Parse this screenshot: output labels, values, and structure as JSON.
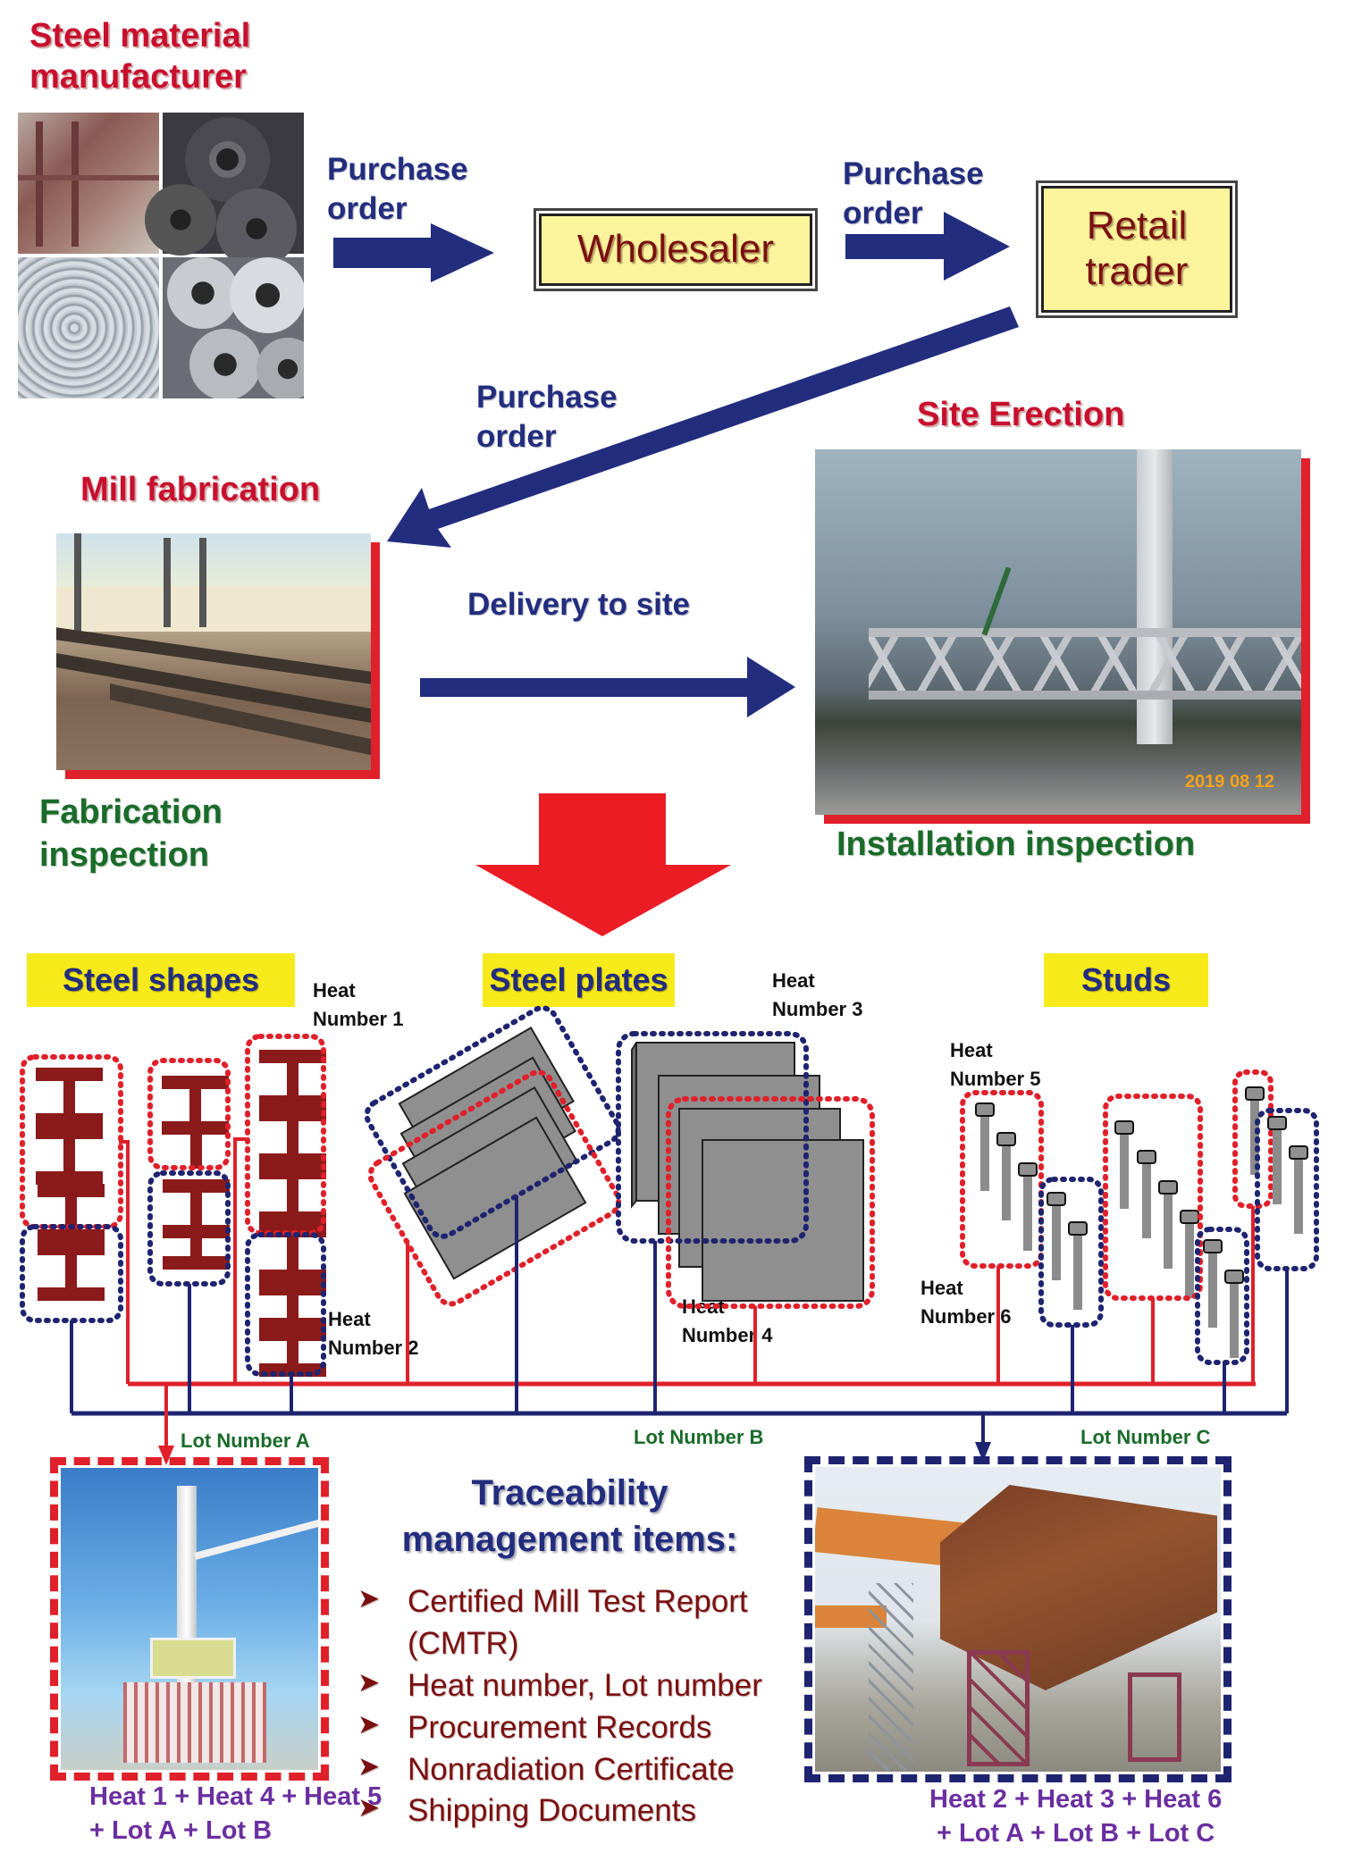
{
  "flow": {
    "manufacturer_label": "Steel material manufacturer",
    "manufacturer_photo": "steel-products-collage",
    "purchase_order_1": "Purchase order",
    "wholesaler": "Wholesaler",
    "purchase_order_2": "Purchase order",
    "retail_trader": "Retail trader",
    "purchase_order_3": "Purchase order",
    "mill_fabrication": "Mill fabrication",
    "fabrication_inspection": "Fabrication inspection",
    "delivery_to_site": "Delivery to site",
    "site_erection": "Site Erection",
    "installation_inspection": "Installation inspection",
    "photo_timestamp": "2019 08 12"
  },
  "materials": {
    "categories": [
      {
        "label": "Steel shapes"
      },
      {
        "label": "Steel plates"
      },
      {
        "label": "Studs"
      }
    ],
    "heat_numbers": [
      "Heat Number 1",
      "Heat Number 2",
      "Heat Number 3",
      "Heat Number 4",
      "Heat Number 5",
      "Heat Number 6"
    ],
    "lots": [
      "Lot Number A",
      "Lot Number B",
      "Lot Number C"
    ],
    "group_colors": {
      "heat_odd_red": "#e0202a",
      "heat_even_navy": "#1f2470"
    }
  },
  "traceability": {
    "title": "Traceability management items:",
    "items": [
      "Certified Mill Test Report (CMTR)",
      "Heat number, Lot number",
      "Procurement Records",
      "Nonradiation Certificate",
      "Shipping Documents"
    ],
    "bullet_icon": "arrowhead-bullet"
  },
  "results": {
    "left_combo_line1": "Heat 1 + Heat 4 + Heat 5",
    "left_combo_line2": "+ Lot A + Lot B",
    "right_combo_line1": "Heat 2 + Heat 3 + Heat 6",
    "right_combo_line2": "+ Lot A + Lot B + Lot C"
  },
  "colors": {
    "navy": "#232d7e",
    "red": "#e0202a",
    "green": "#1a6b2a",
    "yellow": "#f7ea1a",
    "purple": "#6b2fa0",
    "maroon": "#7a1010"
  }
}
